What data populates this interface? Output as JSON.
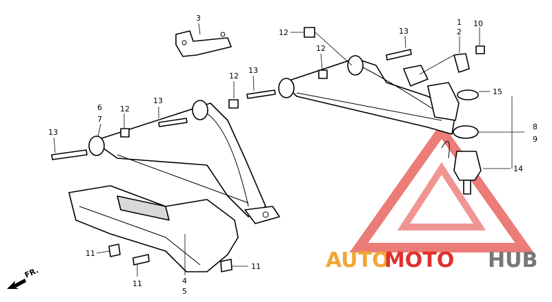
{
  "labels": {
    "l1": "1",
    "l2": "2",
    "l3": "3",
    "l4": "4",
    "l5": "5",
    "l6": "6",
    "l7": "7",
    "l8": "8",
    "l9": "9",
    "l10": "10",
    "l11a": "11",
    "l11b": "11",
    "l11c": "11",
    "l12a": "12",
    "l12b": "12",
    "l12c": "12",
    "l12d": "12",
    "l13a": "13",
    "l13b": "13",
    "l13c": "13",
    "l13d": "13",
    "l14": "14",
    "l15": "15"
  },
  "front_indicator": "FR.",
  "watermark": {
    "part1": "AUTO",
    "part2": "MOTO",
    "part3": "HUB"
  },
  "colors": {
    "watermark_red": "#e0312b",
    "watermark_orange": "#f3a633",
    "watermark_gray": "#777777"
  }
}
